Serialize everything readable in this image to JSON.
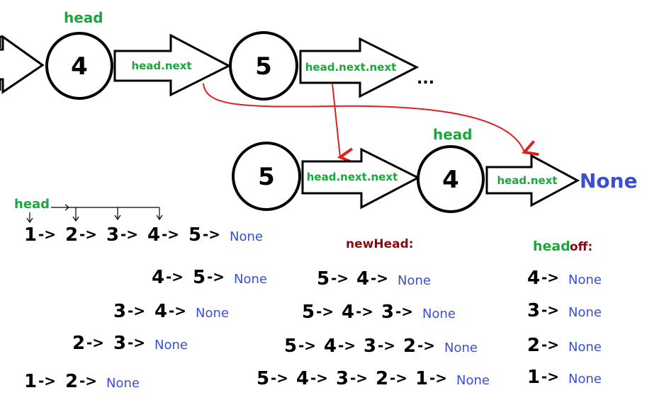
{
  "top": {
    "head_label": "head",
    "node_a": "4",
    "node_b": "5",
    "arrow_a_label": "head.next",
    "arrow_b_label": "head.next.next",
    "ellipsis": "..."
  },
  "middle": {
    "head_label": "head",
    "node_c": "5",
    "node_d": "4",
    "arrow_c_label": "head.next.next",
    "arrow_d_label": "head.next",
    "none_label": "None"
  },
  "lists": {
    "head_label": "head",
    "left_rows": [
      [
        "1",
        "2",
        "3",
        "4",
        "5"
      ],
      [
        "4",
        "5"
      ],
      [
        "3",
        "4"
      ],
      [
        "2",
        "3"
      ],
      [
        "1",
        "2"
      ]
    ],
    "newhead_title": "newHead:",
    "newhead_rows": [
      [
        "5",
        "4"
      ],
      [
        "5",
        "4",
        "3"
      ],
      [
        "5",
        "4",
        "3",
        "2"
      ],
      [
        "5",
        "4",
        "3",
        "2",
        "1"
      ]
    ],
    "headoff_title_a": "head",
    "headoff_title_b": "off:",
    "headoff_rows": [
      [
        "4"
      ],
      [
        "3"
      ],
      [
        "2"
      ],
      [
        "1"
      ]
    ],
    "arrow": "->",
    "none": "None"
  },
  "colors": {
    "green": "#1aa83a",
    "blue": "#3a4fd0",
    "red": "#e02020",
    "dark_red": "#8a0a12"
  }
}
